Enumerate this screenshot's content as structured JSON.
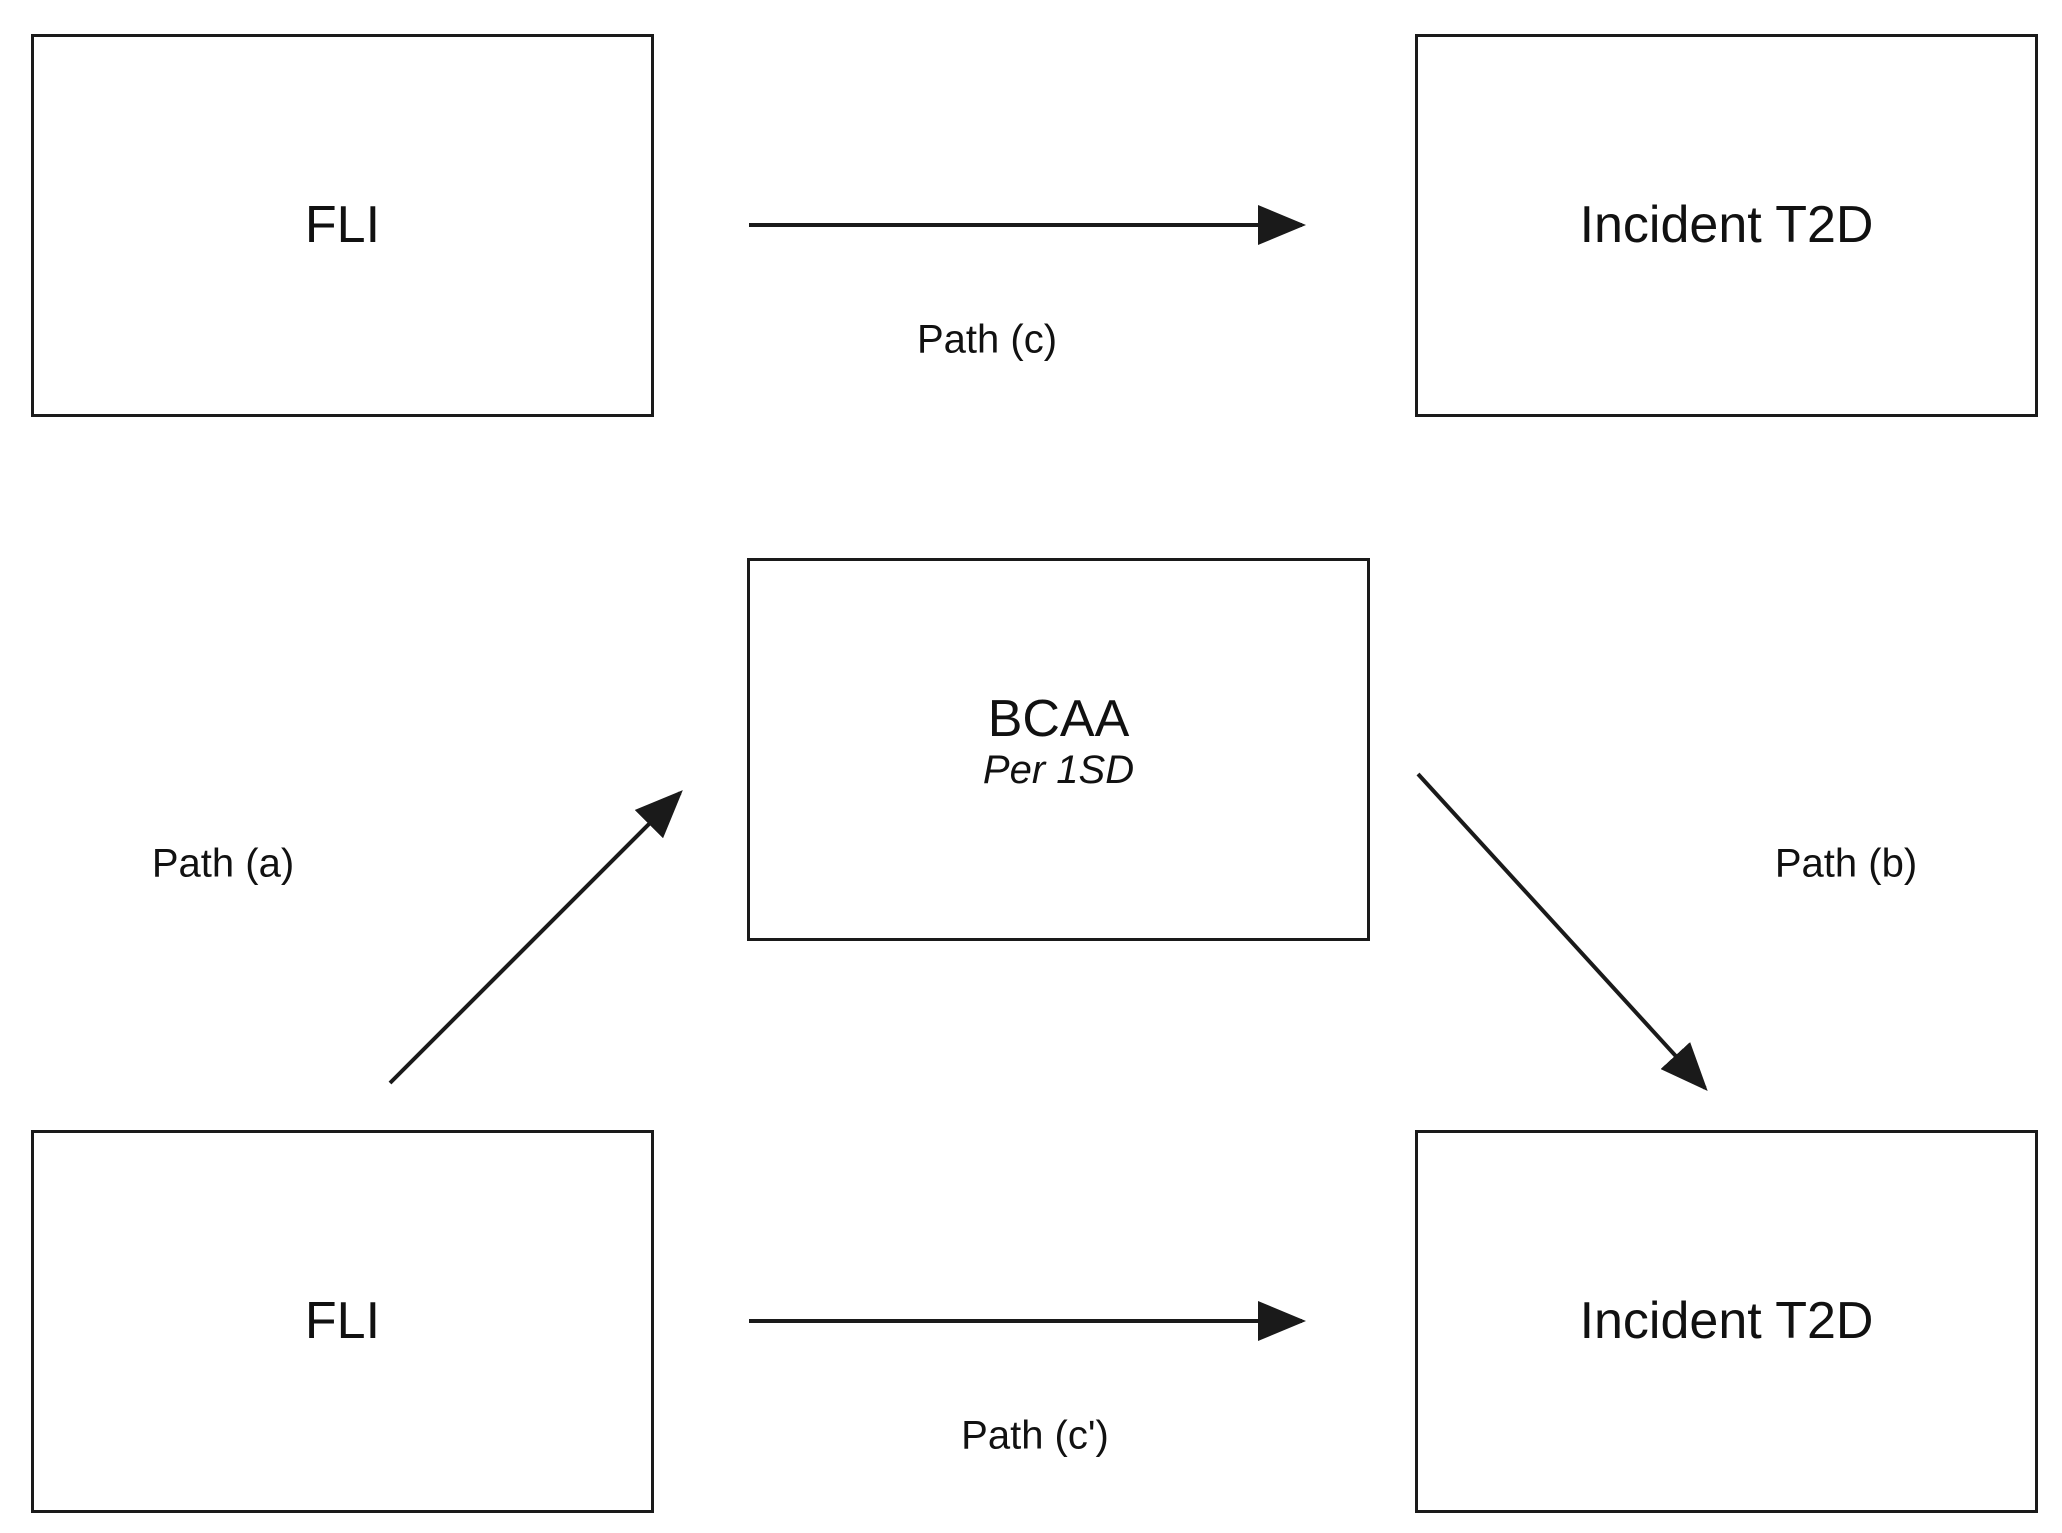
{
  "nodes": {
    "fli_top": {
      "title": "FLI"
    },
    "t2d_top": {
      "title": "Incident T2D"
    },
    "bcaa": {
      "title": "BCAA",
      "subtitle": "Per 1SD"
    },
    "fli_bottom": {
      "title": "FLI"
    },
    "t2d_bottom": {
      "title": "Incident T2D"
    }
  },
  "edges": {
    "path_c": {
      "label": "Path (c)"
    },
    "path_a": {
      "label": "Path (a)"
    },
    "path_b": {
      "label": "Path (b)"
    },
    "path_c_prime": {
      "label": "Path (c')"
    }
  },
  "colors": {
    "stroke": "#1a1a1a"
  }
}
